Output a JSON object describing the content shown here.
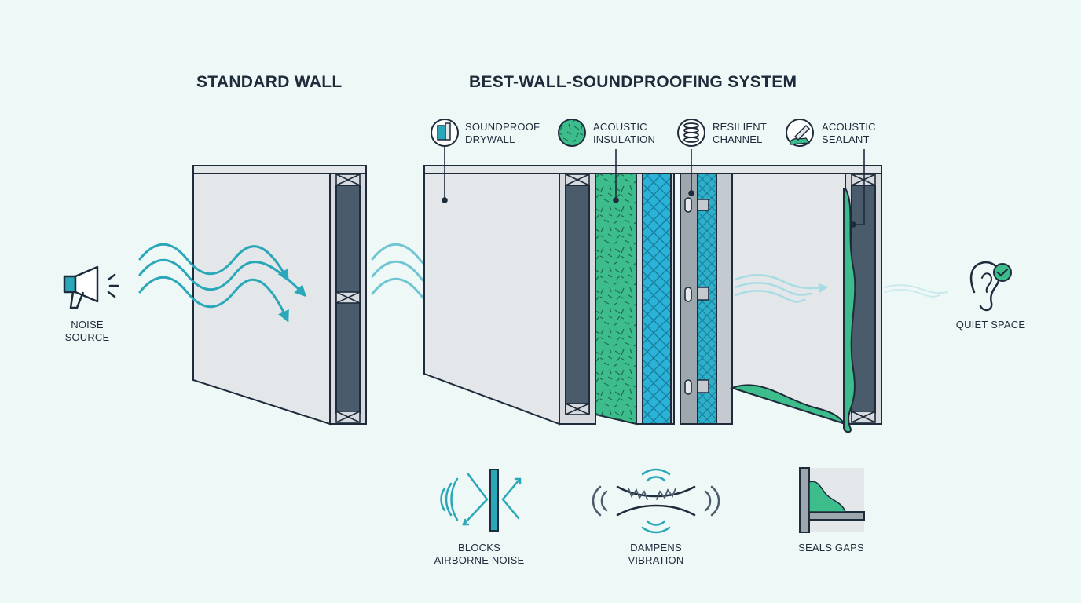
{
  "titles": {
    "standard": "STANDARD WALL",
    "system": "BEST-WALL-SOUNDPROOFING SYSTEM"
  },
  "legend": [
    {
      "icon": "drywall-icon",
      "line1": "SOUNDPROOF",
      "line2": "DRYWALL"
    },
    {
      "icon": "insulation-icon",
      "line1": "ACOUSTIC",
      "line2": "INSULATION"
    },
    {
      "icon": "coil-icon",
      "line1": "RESILIENT",
      "line2": "CHANNEL"
    },
    {
      "icon": "sealant-icon",
      "line1": "ACOUSTIC",
      "line2": "SEALANT"
    }
  ],
  "source": {
    "line1": "NOISE",
    "line2": "SOURCE",
    "icon": "megaphone-icon"
  },
  "destination": {
    "label": "QUIET SPACE",
    "icon": "ear-check-icon"
  },
  "benefits": [
    {
      "icon": "blocks-noise-icon",
      "line1": "BLOCKS",
      "line2": "AIRBORNE NOISE"
    },
    {
      "icon": "dampens-vibration-icon",
      "line1": "DAMPENS",
      "line2": "VIBRATION"
    },
    {
      "icon": "seals-gaps-icon",
      "line1": "SEALS GAPS",
      "line2": ""
    }
  ],
  "colors": {
    "background": "#eef8f7",
    "outline": "#1e2b3a",
    "panel": "#e4e7ea",
    "stud": "#4a5b6b",
    "insulation": "#3dbd8c",
    "wave": "#2aa7b8",
    "mesh": "#2ab3d6",
    "channel": "#9ea6ae"
  }
}
